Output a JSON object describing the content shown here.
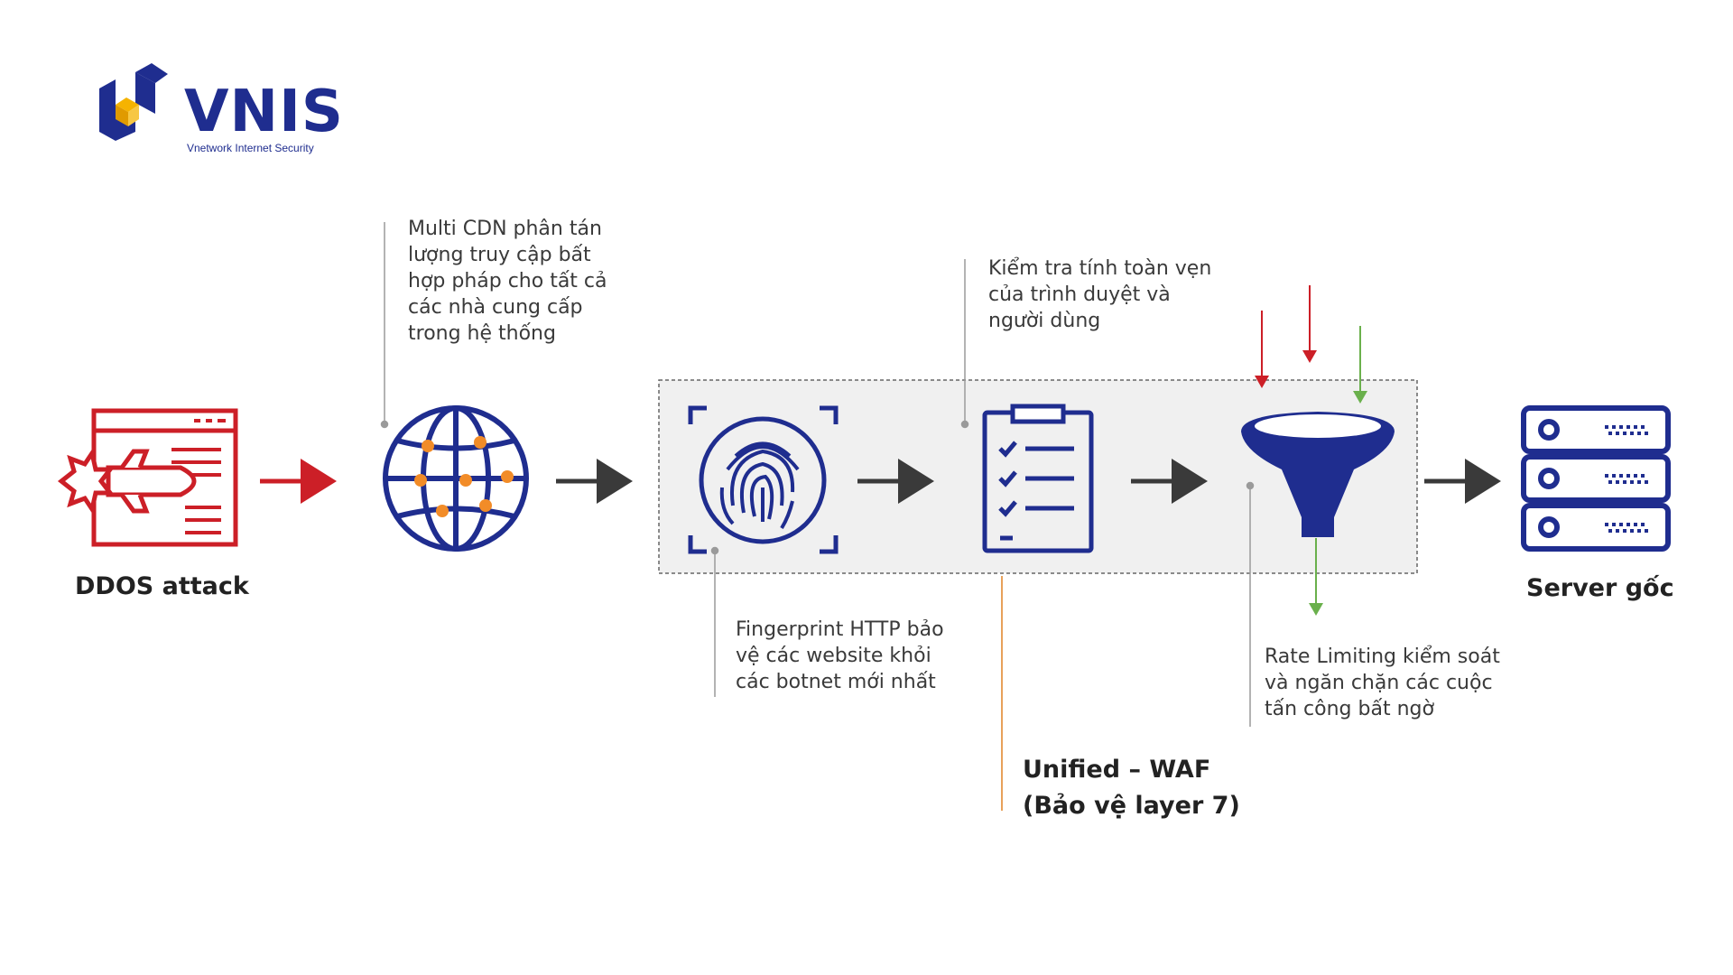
{
  "logo": {
    "name": "VNIS",
    "tagline": "Vnetwork Internet Security"
  },
  "nodes": {
    "attack_label": "DDOS attack",
    "server_label": "Server gốc"
  },
  "annotations": {
    "multi_cdn": "Multi CDN phân tán\nlượng truy cập bất\nhợp pháp cho tất cả\ncác nhà cung cấp\ntrong hệ thống",
    "browser_check": "Kiểm tra tính toàn vẹn\ncủa trình duyệt và\nngười dùng",
    "fingerprint": "Fingerprint HTTP bảo\nvệ các website khỏi\ncác botnet mới nhất",
    "rate_limiting": "Rate Limiting kiểm soát\nvà ngăn chặn các cuộc\ntấn công bất ngờ"
  },
  "waf": {
    "title_line1": "Unified – WAF",
    "title_line2": "(Bảo vệ layer 7)"
  },
  "colors": {
    "brand_blue": "#1f2d8f",
    "attack_red": "#cc1f27",
    "node_orange": "#f28c28",
    "accent_orange": "#e8a15a",
    "arrow_dark": "#3a3a3a",
    "clean_green": "#6ab04c",
    "waf_bg": "#f0f0f0",
    "logo_gold": "#f5b301"
  },
  "icons": [
    "vnis-logo-icon",
    "attack-window-icon",
    "globe-network-icon",
    "fingerprint-icon",
    "checklist-clipboard-icon",
    "funnel-filter-icon",
    "server-rack-icon"
  ]
}
